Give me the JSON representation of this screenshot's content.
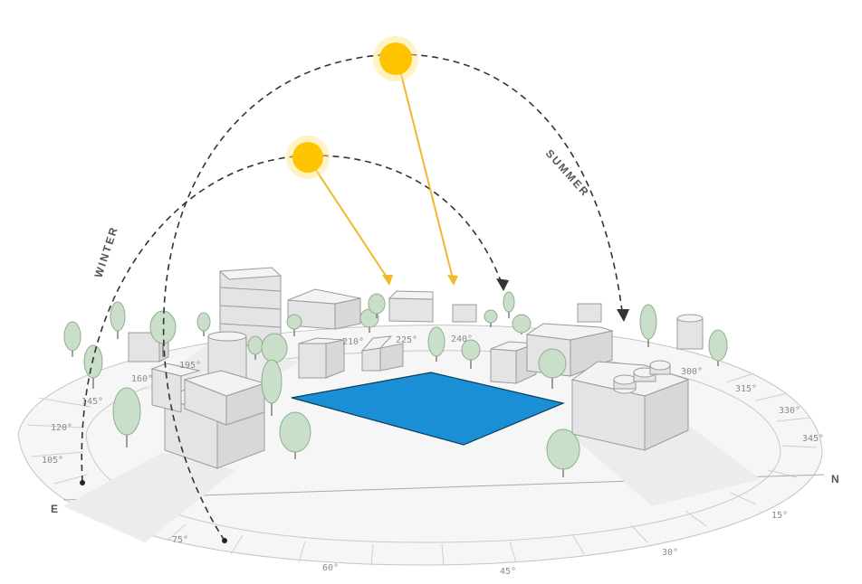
{
  "labels": {
    "winter": "WINTER",
    "summer": "SUMMER",
    "east": "E",
    "north": "N"
  },
  "degrees": [
    "15°",
    "30°",
    "45°",
    "60°",
    "75°",
    "105°",
    "120°",
    "145°",
    "160°",
    "195°",
    "210°",
    "225°",
    "240°",
    "300°",
    "315°",
    "330°",
    "345°"
  ],
  "colors": {
    "sun": "#ffc400",
    "sun_glow": "#ffe27a",
    "ray": "#f2b72c",
    "solar_panel": "#1a8fd6",
    "panel_edge": "#0a3c5c",
    "path": "#333333",
    "ring": "#b5b5b8"
  }
}
